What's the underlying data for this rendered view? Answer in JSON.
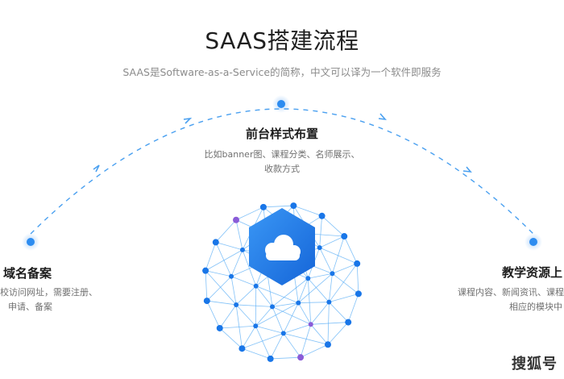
{
  "header": {
    "title": "SAAS搭建流程",
    "subtitle": "SAAS是Software-as-a-Service的简称，中文可以译为一个软件即服务"
  },
  "steps": [
    {
      "title": "域名备案",
      "desc_lines": [
        "校访问网址，需要注册、",
        "申请、备案"
      ]
    },
    {
      "title": "前台样式布置",
      "desc_lines": [
        "比如banner图、课程分类、名师展示、",
        "收款方式"
      ]
    },
    {
      "title": "教学资源上",
      "desc_lines": [
        "课程内容、新闻资讯、课程",
        "相应的模块中"
      ]
    }
  ],
  "watermark": "搜狐号",
  "icons": {
    "center": "cloud-icon"
  },
  "colors": {
    "accent": "#2d8cf0",
    "hexagon": "#1e7ff0",
    "mesh_line": "#5aaef5",
    "mesh_node": "#1976e8",
    "mesh_node_alt": "#8a5cd8",
    "dashed_path": "#4aa0f0"
  }
}
